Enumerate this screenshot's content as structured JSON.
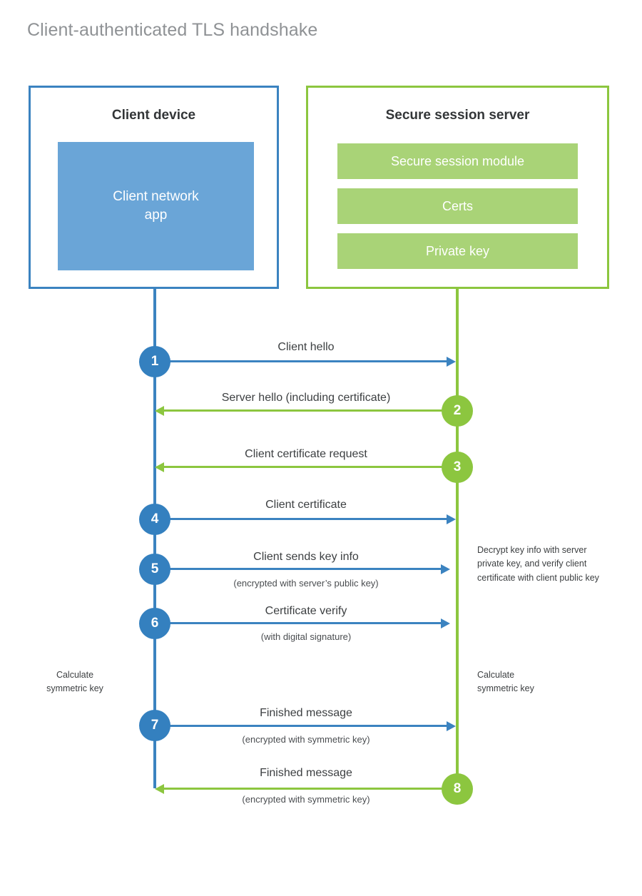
{
  "title": "Client-authenticated TLS handshake",
  "colors": {
    "client_blue": "#3b83c0",
    "client_app_fill": "#6aa5d7",
    "server_green": "#8cc63f",
    "server_bar_fill": "#a9d377",
    "step_blue": "#3480bf",
    "text_dark": "#3c3f41",
    "title_gray": "#8f9295"
  },
  "client": {
    "title": "Client device",
    "app_label": "Client network\napp"
  },
  "server": {
    "title": "Secure session server",
    "bars": [
      {
        "label": "Secure session module"
      },
      {
        "label": "Certs"
      },
      {
        "label": "Private key"
      }
    ]
  },
  "steps": [
    {
      "number": "1",
      "label": "Client hello",
      "sub": "",
      "side": "client",
      "direction": "right"
    },
    {
      "number": "2",
      "label": "Server hello (including certificate)",
      "sub": "",
      "side": "server",
      "direction": "left"
    },
    {
      "number": "3",
      "label": "Client certificate request",
      "sub": "",
      "side": "server",
      "direction": "left"
    },
    {
      "number": "4",
      "label": "Client certificate",
      "sub": "",
      "side": "client",
      "direction": "right"
    },
    {
      "number": "5",
      "label": "Client sends key info",
      "sub": "(encrypted with server’s public key)",
      "side": "client",
      "direction": "right"
    },
    {
      "number": "6",
      "label": "Certificate verify",
      "sub": "(with digital signature)",
      "side": "client",
      "direction": "right"
    },
    {
      "number": "7",
      "label": "Finished message",
      "sub": "(encrypted with symmetric key)",
      "side": "client",
      "direction": "right"
    },
    {
      "number": "8",
      "label": "Finished message",
      "sub": "(encrypted with symmetric key)",
      "side": "server",
      "direction": "left"
    }
  ],
  "notes": {
    "server_decrypt": "Decrypt key info with server private key, and verify client certificate with client public key",
    "client_calc": "Calculate\nsymmetric key",
    "server_calc": "Calculate\nsymmetric key"
  }
}
